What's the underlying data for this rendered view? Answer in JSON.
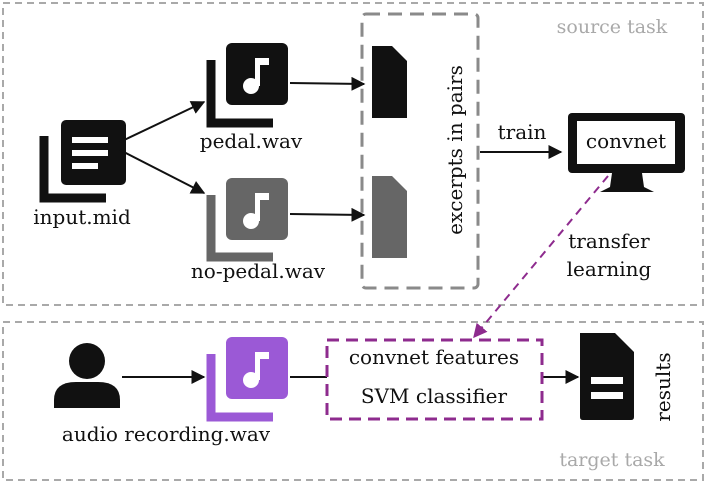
{
  "panels": {
    "source_title": "source task",
    "target_title": "target task"
  },
  "source": {
    "input_label": "input.mid",
    "pedal_label": "pedal.wav",
    "nopedal_label": "no-pedal.wav",
    "excerpts_label": "excerpts in pairs",
    "train_label": "train",
    "convnet_label": "convnet",
    "transfer_line1": "transfer",
    "transfer_line2": "learning"
  },
  "target": {
    "audio_label": "audio recording.wav",
    "features_label": "convnet features",
    "classifier_label": "SVM classifier",
    "results_label": "results"
  },
  "colors": {
    "black": "#111111",
    "gray": "#666666",
    "purple": "#9b59d6",
    "dashed_purple": "#8e2b8e",
    "panel_border": "#a9a9a9"
  },
  "icons": {
    "input": "document-stack-icon",
    "pedal": "music-file-stack-icon",
    "nopedal": "music-file-stack-icon",
    "file": "file-icon",
    "monitor": "monitor-icon",
    "person": "person-icon",
    "results": "document-icon"
  }
}
